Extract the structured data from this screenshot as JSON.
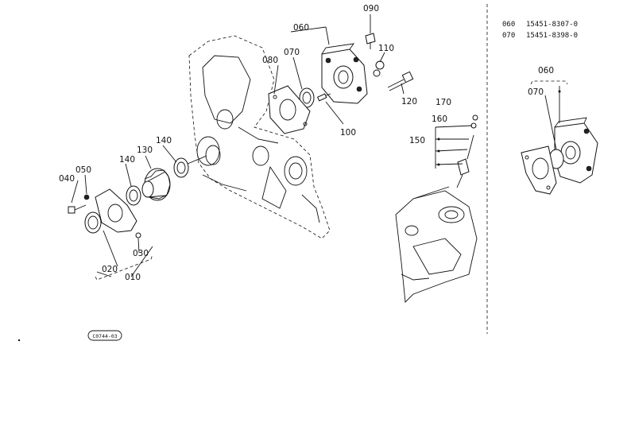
{
  "diagram": {
    "callouts": {
      "c010": "010",
      "c020": "020",
      "c030": "030",
      "c040": "040",
      "c050": "050",
      "c060": "060",
      "c070": "070",
      "c080": "080",
      "c090": "090",
      "c100": "100",
      "c110": "110",
      "c120": "120",
      "c130": "130",
      "c140a": "140",
      "c140b": "140",
      "c150": "150",
      "c160": "160",
      "c170": "170"
    },
    "parts_table": [
      {
        "ref": "060",
        "part": "15451-8307-0"
      },
      {
        "ref": "070",
        "part": "15451-8398-0"
      }
    ],
    "inset_callouts": {
      "c060": "060",
      "c070": "070"
    },
    "figure_code": "C0744-03"
  }
}
